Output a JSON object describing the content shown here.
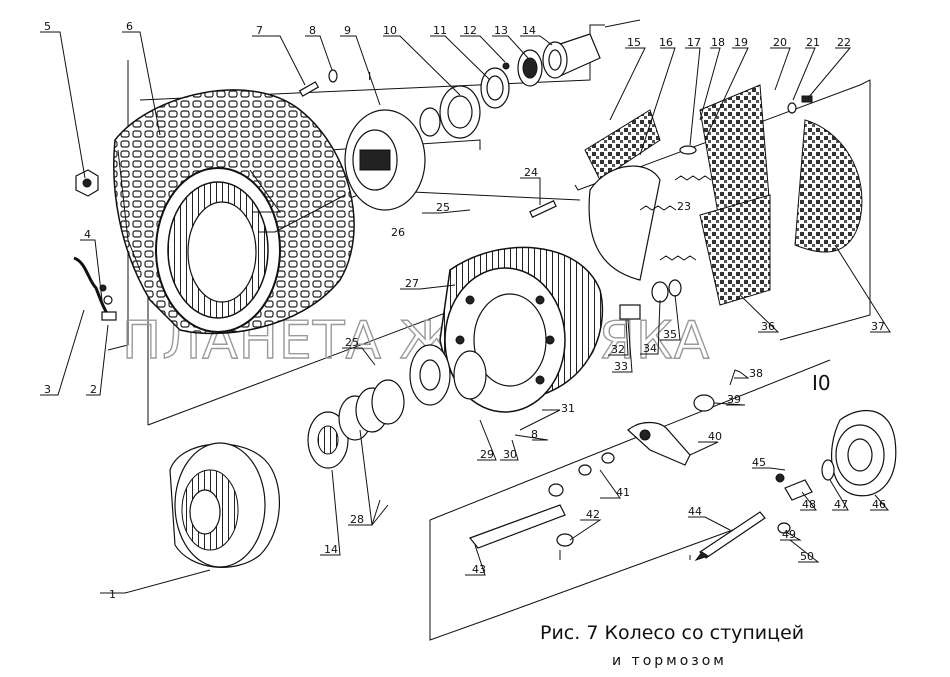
{
  "figure_label": "I0",
  "caption": {
    "line1": "Рис. 7 Колесо со ступицей",
    "line2": "и тормозом"
  },
  "watermark": "ПЛАНЕТА ЖЕЛЕЗЯКА",
  "section_mark": "I",
  "callouts": [
    "1",
    "2",
    "3",
    "4",
    "5",
    "6",
    "7",
    "8",
    "9",
    "10",
    "11",
    "12",
    "13",
    "14",
    "15",
    "16",
    "17",
    "18",
    "19",
    "20",
    "21",
    "22",
    "23",
    "24",
    "25",
    "26",
    "27",
    "28",
    "29",
    "30",
    "31",
    "32",
    "33",
    "34",
    "35",
    "36",
    "37",
    "38",
    "39",
    "40",
    "41",
    "42",
    "43",
    "44",
    "45",
    "46",
    "47",
    "48",
    "49",
    "50"
  ],
  "colors": {
    "ink": "#111111",
    "watermark": "#9a9a9a",
    "background": "#ffffff"
  }
}
